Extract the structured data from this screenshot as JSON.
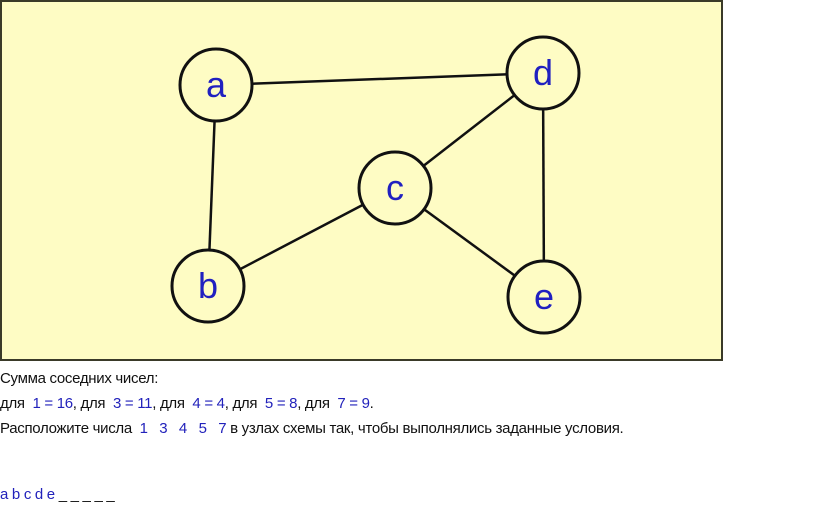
{
  "colors": {
    "panel": "#fefcc4",
    "border": "#3a3a28",
    "node_fill": "#fefcc4",
    "label": "#2020c0"
  },
  "nodes": [
    {
      "id": "a",
      "label": "a"
    },
    {
      "id": "b",
      "label": "b"
    },
    {
      "id": "c",
      "label": "c"
    },
    {
      "id": "d",
      "label": "d"
    },
    {
      "id": "e",
      "label": "e"
    }
  ],
  "edges": [
    [
      "a",
      "d"
    ],
    [
      "a",
      "b"
    ],
    [
      "b",
      "c"
    ],
    [
      "c",
      "d"
    ],
    [
      "c",
      "e"
    ],
    [
      "d",
      "e"
    ]
  ],
  "text": {
    "line1": "Сумма соседних чисел:",
    "line2": [
      {
        "t": "для  ",
        "blue": false
      },
      {
        "t": "1 = 16",
        "blue": true
      },
      {
        "t": ", для  ",
        "blue": false
      },
      {
        "t": "3 = 11",
        "blue": true
      },
      {
        "t": ", для  ",
        "blue": false
      },
      {
        "t": "4 = 4",
        "blue": true
      },
      {
        "t": ", для  ",
        "blue": false
      },
      {
        "t": "5 = 8",
        "blue": true
      },
      {
        "t": ", для  ",
        "blue": false
      },
      {
        "t": "7 = 9",
        "blue": true
      },
      {
        "t": ".",
        "blue": false
      }
    ],
    "line3_a": "Расположите числа  ",
    "line3_nums": "1   3   4   5   7",
    "line3_b": " в узлах схемы так, чтобы выполнялись заданные условия.",
    "answer_labels": "a b c d e",
    "answer_blanks": " _ _ _ _ _"
  }
}
